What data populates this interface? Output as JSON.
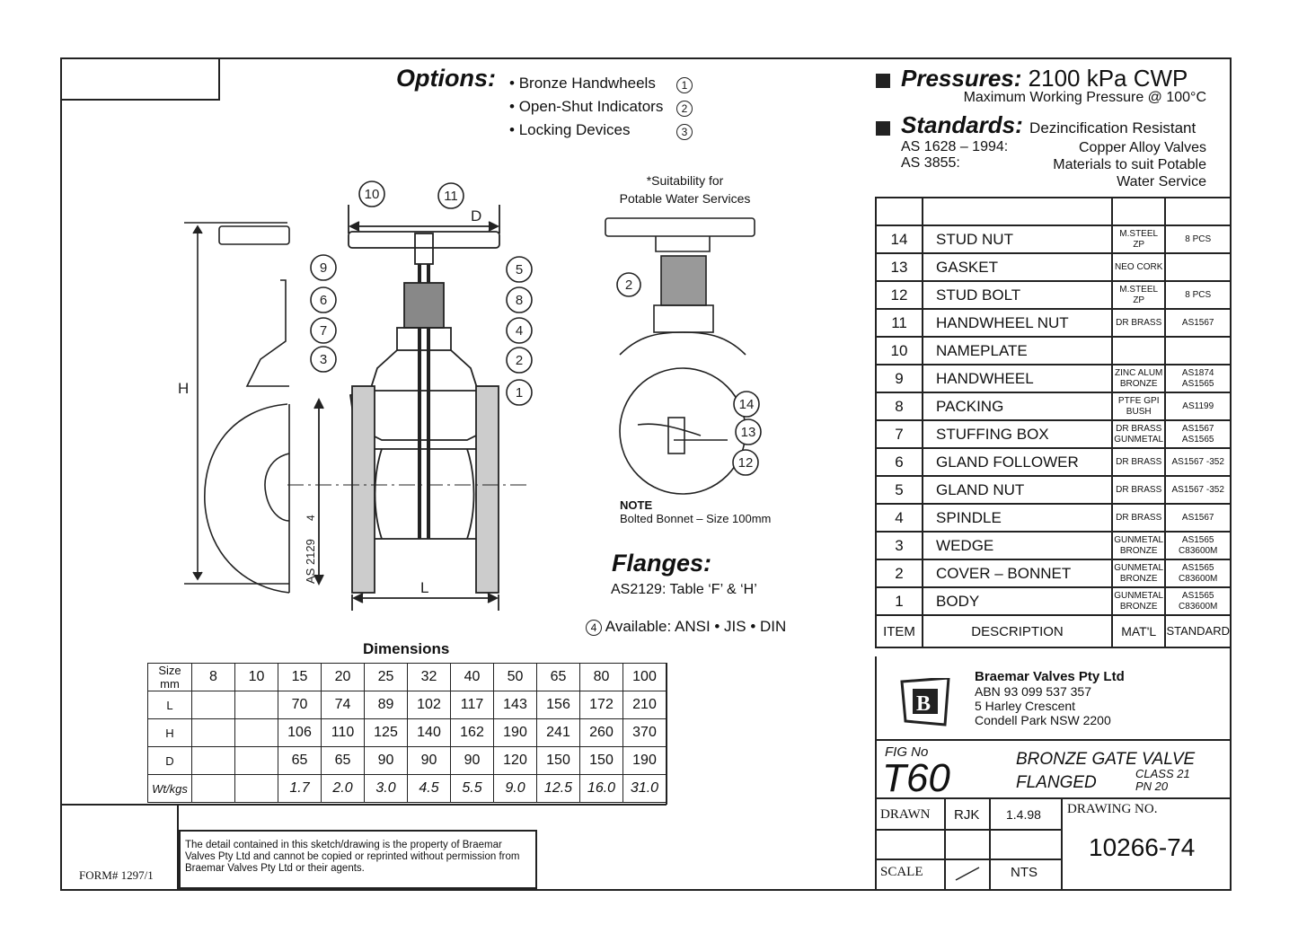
{
  "options": {
    "title": "Options:",
    "items": [
      {
        "label": "Bronze Handwheels",
        "num": "1"
      },
      {
        "label": "Open-Shut Indicators",
        "num": "2"
      },
      {
        "label": "Locking Devices",
        "num": "3"
      }
    ]
  },
  "pressures": {
    "label": "Pressures:",
    "value": "2100 kPa CWP",
    "sub": "Maximum Working Pressure @ 100°C"
  },
  "standards": {
    "label": "Standards:",
    "tail": "Dezincification Resistant",
    "rows": [
      {
        "code": "AS 1628 – 1994:",
        "desc": "Copper Alloy Valves"
      },
      {
        "code": "AS 3855:",
        "desc": "Materials to suit Potable"
      },
      {
        "code": "",
        "desc": "Water Service"
      }
    ]
  },
  "suitability": {
    "line1": "*Suitability for",
    "line2": "Potable Water Services"
  },
  "note": {
    "title": "NOTE",
    "text": "Bolted Bonnet – Size 100mm"
  },
  "flanges": {
    "title": "Flanges:",
    "text": "AS2129: Table ‘F’ & ‘H’",
    "avail_num": "4",
    "available": "Available: ANSI • JIS • DIN"
  },
  "drawing_labels": {
    "H": "H",
    "L": "L",
    "D": "D",
    "as": "AS 2129",
    "as_num": "4"
  },
  "callouts": [
    "10",
    "11",
    "9",
    "5",
    "6",
    "8",
    "7",
    "4",
    "3",
    "2",
    "1",
    "2",
    "14",
    "13",
    "12"
  ],
  "parts": {
    "rows": [
      {
        "item": "14",
        "desc": "STUD NUT",
        "mat": "M.STEEL ZP",
        "std": "8 PCS"
      },
      {
        "item": "13",
        "desc": "GASKET",
        "mat": "NEO CORK",
        "std": ""
      },
      {
        "item": "12",
        "desc": "STUD BOLT",
        "mat": "M.STEEL ZP",
        "std": "8 PCS"
      },
      {
        "item": "11",
        "desc": "HANDWHEEL NUT",
        "mat": "DR BRASS",
        "std": "AS1567"
      },
      {
        "item": "10",
        "desc": "NAMEPLATE",
        "mat": "",
        "std": ""
      },
      {
        "item": "9",
        "desc": "HANDWHEEL",
        "mat": "ZINC ALUM BRONZE",
        "std": "AS1874 AS1565"
      },
      {
        "item": "8",
        "desc": "PACKING",
        "mat": "PTFE GPI BUSH",
        "std": "AS1199"
      },
      {
        "item": "7",
        "desc": "STUFFING BOX",
        "mat": "DR BRASS GUNMETAL",
        "std": "AS1567 AS1565"
      },
      {
        "item": "6",
        "desc": "GLAND FOLLOWER",
        "mat": "DR BRASS",
        "std": "AS1567 -352"
      },
      {
        "item": "5",
        "desc": "GLAND NUT",
        "mat": "DR BRASS",
        "std": "AS1567 -352"
      },
      {
        "item": "4",
        "desc": "SPINDLE",
        "mat": "DR BRASS",
        "std": "AS1567"
      },
      {
        "item": "3",
        "desc": "WEDGE",
        "mat": "GUNMETAL BRONZE",
        "std": "AS1565 C83600M"
      },
      {
        "item": "2",
        "desc": "COVER – BONNET",
        "mat": "GUNMETAL BRONZE",
        "std": "AS1565 C83600M"
      },
      {
        "item": "1",
        "desc": "BODY",
        "mat": "GUNMETAL BRONZE",
        "std": "AS1565 C83600M"
      }
    ],
    "header": {
      "item": "ITEM",
      "desc": "DESCRIPTION",
      "mat": "MAT'L",
      "std": "STANDARD"
    }
  },
  "company": {
    "name": "Braemar Valves Pty Ltd",
    "abn": "ABN 93 099 537 357",
    "addr1": "5 Harley Crescent",
    "addr2": "Condell Park  NSW  2200"
  },
  "fig": {
    "label": "FIG No",
    "no": "T60",
    "title1": "BRONZE GATE VALVE",
    "title2": "FLANGED",
    "class": "CLASS 21",
    "pn": "PN      20"
  },
  "titleblock": {
    "drawn": "DRAWN",
    "drawn_by": "RJK",
    "date": "1.4.98",
    "drawing_no_label": "DRAWING NO.",
    "drawing_no": "10266-74",
    "scale": "SCALE",
    "scale_val": "NTS"
  },
  "dimensions": {
    "title": "Dimensions",
    "header": [
      "Size mm",
      "8",
      "10",
      "15",
      "20",
      "25",
      "32",
      "40",
      "50",
      "65",
      "80",
      "100"
    ],
    "rows": [
      [
        "L",
        "",
        "",
        "70",
        "74",
        "89",
        "102",
        "117",
        "143",
        "156",
        "172",
        "210"
      ],
      [
        "H",
        "",
        "",
        "106",
        "110",
        "125",
        "140",
        "162",
        "190",
        "241",
        "260",
        "370"
      ],
      [
        "D",
        "",
        "",
        "65",
        "65",
        "90",
        "90",
        "90",
        "120",
        "150",
        "150",
        "190"
      ],
      [
        "Wt/kgs",
        "",
        "",
        "1.7",
        "2.0",
        "3.0",
        "4.5",
        "5.5",
        "9.0",
        "12.5",
        "16.0",
        "31.0"
      ]
    ]
  },
  "legal": "The detail contained in this sketch/drawing is the property of Braemar Valves Pty Ltd and cannot be copied or reprinted without permission from Braemar Valves Pty Ltd or their agents.",
  "form": "FORM# 1297/1"
}
